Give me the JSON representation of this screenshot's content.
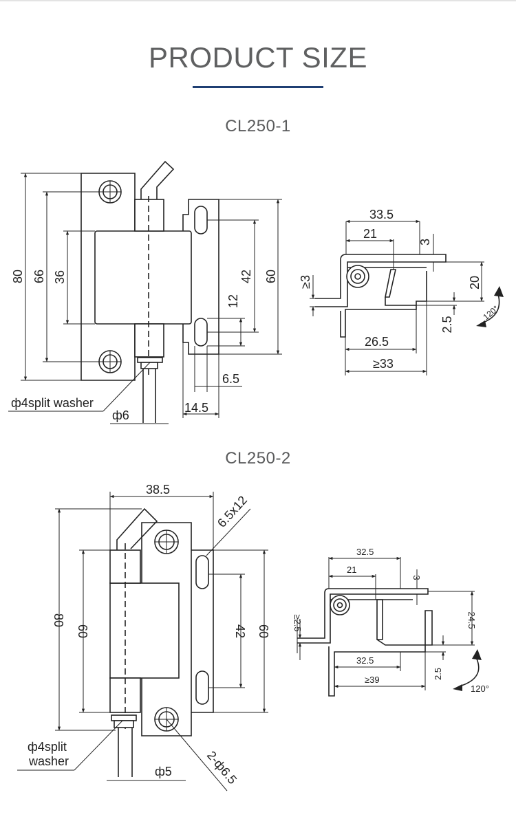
{
  "page": {
    "title": "PRODUCT SIZE",
    "accent_color": "#1f3f73"
  },
  "model1": {
    "name": "CL250-1",
    "front": {
      "dim_80": "80",
      "dim_66": "66",
      "dim_36": "36",
      "dim_42": "42",
      "dim_60": "60",
      "dim_12": "12",
      "dim_6_5": "6.5",
      "dim_14_5": "14.5",
      "dim_phi6": "ф6",
      "washer_label": "ф4split washer"
    },
    "side": {
      "dim_33_5": "33.5",
      "dim_21": "21",
      "dim_3": "3",
      "dim_ge3": "≥3",
      "dim_20": "20",
      "dim_2_5": "2.5",
      "dim_26_5": "26.5",
      "dim_ge33": "≥33",
      "angle": "120°"
    }
  },
  "model2": {
    "name": "CL250-2",
    "front": {
      "dim_38_5": "38.5",
      "dim_slot": "6.5x12",
      "dim_80": "80",
      "dim_60_left": "60",
      "dim_42": "42",
      "dim_60_right": "60",
      "washer_line1": "ф4split",
      "washer_line2": "washer",
      "dim_phi5": "ф5",
      "dim_holes": "2-ф6.5"
    },
    "side": {
      "dim_32_5_top": "32.5",
      "dim_21": "21",
      "dim_3": "3",
      "dim_ge2_5": "≥2.5",
      "dim_24_5": "24.5",
      "dim_32_5_bottom": "32.5",
      "dim_ge39": "≥39",
      "dim_2_5": "2.5",
      "angle": "120°"
    }
  }
}
